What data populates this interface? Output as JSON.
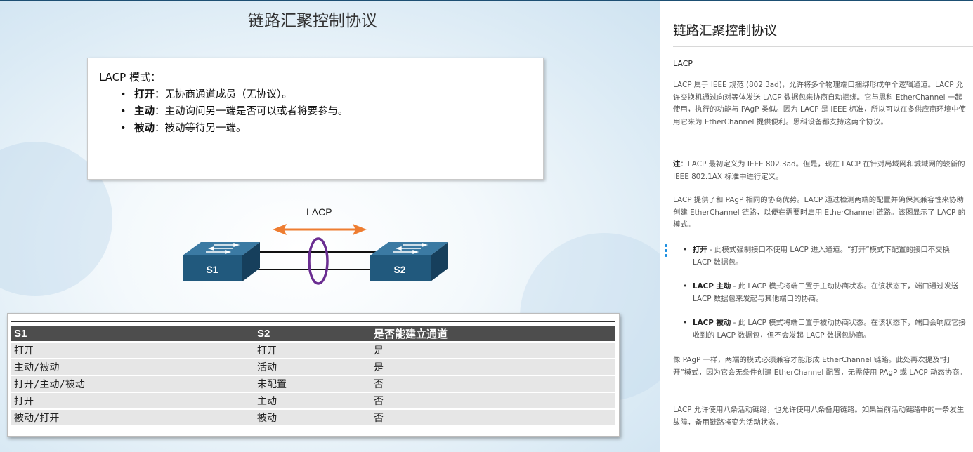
{
  "slide": {
    "title": "链路汇聚控制协议",
    "box_heading": "LACP 模式：",
    "modes": [
      {
        "bullet": "•",
        "name": "打开",
        "desc": "：无协商通道成员（无协议）。"
      },
      {
        "bullet": "•",
        "name": "主动",
        "desc": "：主动询问另一端是否可以或者将要参与。"
      },
      {
        "bullet": "•",
        "name": "被动",
        "desc": "：被动等待另一端。"
      }
    ],
    "diagram": {
      "protocol_label": "LACP",
      "switch_left": "S1",
      "switch_right": "S2",
      "colors": {
        "arrow": "#ee7d31",
        "bundle_ring": "#6a2d91",
        "switch": "#21597d",
        "switch_top": "#3b7aa3"
      }
    },
    "table": {
      "headers": [
        "S1",
        "S2",
        "是否能建立通道"
      ],
      "rows": [
        [
          "打开",
          "打开",
          "是"
        ],
        [
          "主动/被动",
          "活动",
          "是"
        ],
        [
          "打开/主动/被动",
          "未配置",
          "否"
        ],
        [
          "打开",
          "主动",
          "否"
        ],
        [
          "被动/打开",
          "被动",
          "否"
        ]
      ]
    }
  },
  "panel": {
    "title": "链路汇聚控制协议",
    "subtitle": "LACP",
    "p1": "LACP 属于 IEEE 规范 (802.3ad)，允许将多个物理端口捆绑形成单个逻辑通道。LACP 允许交换机通过向对等体发送 LACP 数据包来协商自动捆绑。它与思科 EtherChannel 一起使用，执行的功能与 PAgP 类似。因为 LACP 是 IEEE 标准，所以可以在多供应商环境中使用它来为 EtherChannel 提供便利。思科设备都支持这两个协议。",
    "note_label": "注",
    "note_text": "：LACP 最初定义为 IEEE 802.3ad。但是，现在 LACP 在针对局域网和城域网的较新的 IEEE 802.1AX 标准中进行定义。",
    "p2": "LACP 提供了和 PAgP 相同的协商优势。LACP 通过检测两端的配置并确保其兼容性来协助创建 EtherChannel 链路，以便在需要时启用 EtherChannel 链路。该图显示了 LACP 的模式。",
    "bullets": [
      {
        "bold": "打开",
        "text": " - 此模式强制接口不使用 LACP 进入通道。“打开”模式下配置的接口不交换 LACP 数据包。"
      },
      {
        "bold": "LACP 主动",
        "text": " - 此 LACP 模式将端口置于主动协商状态。在该状态下，端口通过发送 LACP 数据包来发起与其他端口的协商。"
      },
      {
        "bold": "LACP 被动",
        "text": " - 此 LACP 模式将端口置于被动协商状态。在该状态下，端口会响应它接收到的 LACP 数据包，但不会发起 LACP 数据包协商。"
      }
    ],
    "p3": "像 PAgP 一样，两端的模式必须兼容才能形成 EtherChannel 链路。此处再次提及“打开”模式，因为它会无条件创建 EtherChannel 配置，无需使用 PAgP 或 LACP 动态协商。",
    "p4": "LACP 允许使用八条活动链路，也允许使用八条备用链路。如果当前活动链路中的一条发生故障，备用链路将变为活动状态。",
    "handle_color": "#1a8ee0"
  }
}
